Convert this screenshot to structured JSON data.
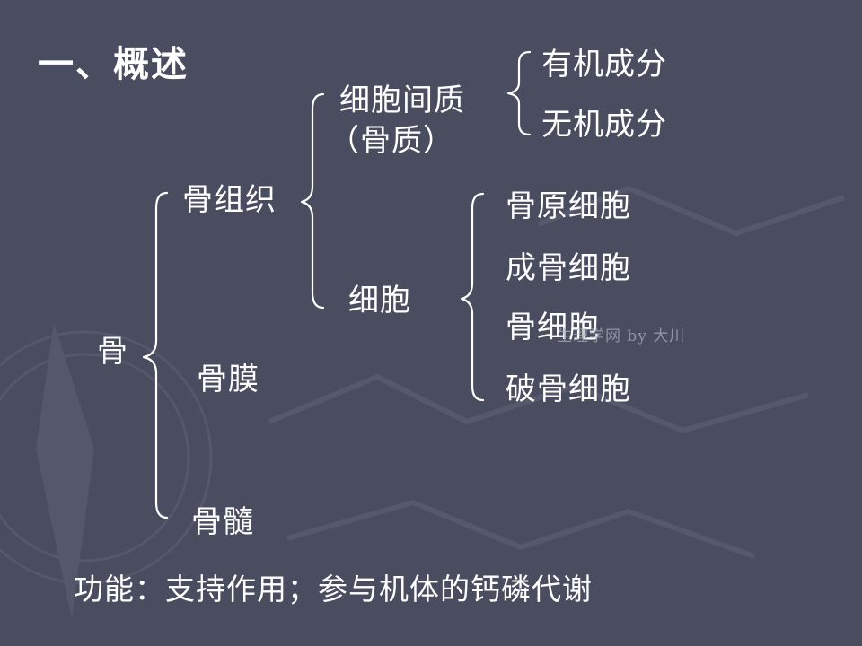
{
  "title": "一、概述",
  "root": "骨",
  "level1": {
    "bone_tissue": "骨组织",
    "periosteum": "骨膜",
    "marrow": "骨髓"
  },
  "level2": {
    "matrix_line1": "细胞间质",
    "matrix_line2": "（骨质）",
    "cells": "细胞"
  },
  "matrix_components": [
    "有机成分",
    "无机成分"
  ],
  "cell_types": [
    "骨原细胞",
    "成骨细胞",
    "骨细胞",
    "破骨细胞"
  ],
  "function_text": "功能：支持作用；参与机体的钙磷代谢",
  "watermark": "生理学网 by 大川",
  "colors": {
    "background": "#4a4c60",
    "text": "#ffffff"
  }
}
